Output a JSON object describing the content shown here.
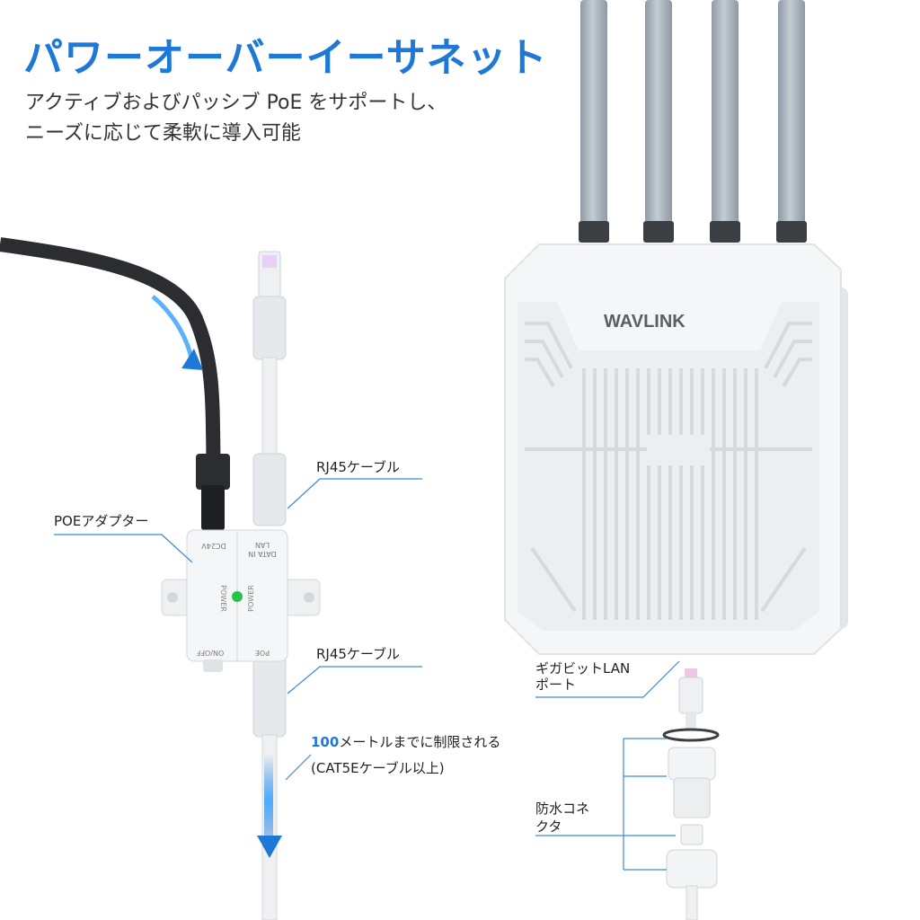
{
  "header": {
    "title": "パワーオーバーイーサネット",
    "subtitle_line1": "アクティブおよびパッシブ PoE をサポートし、",
    "subtitle_line2": "ニーズに応じて柔軟に導入可能"
  },
  "labels": {
    "rj45_top": "RJ45ケーブル",
    "poe_adapter": "POEアダプター",
    "rj45_bottom": "RJ45ケーブル",
    "distance_number": "100",
    "distance_text": "メートルまでに制限される",
    "distance_note": "(CAT5Eケーブル以上)",
    "gigabit_line1": "ギガビットLAN",
    "gigabit_line2": "ポート",
    "waterproof_line1": "防水コネ",
    "waterproof_line2": "クタ"
  },
  "device": {
    "brand": "WAVLINK"
  },
  "adapter": {
    "dc_label": "DC24V",
    "lan_label1": "LAN",
    "lan_label2": "DATA IN",
    "power_left": "POWER",
    "power_right": "POWER",
    "onoff_label": "ON/OFF",
    "poe_label": "POE"
  },
  "colors": {
    "accent": "#1e78d7",
    "leader_line": "#3a8ad8",
    "device_body": "#f4f5f6",
    "antenna": "#a9b3bd"
  }
}
